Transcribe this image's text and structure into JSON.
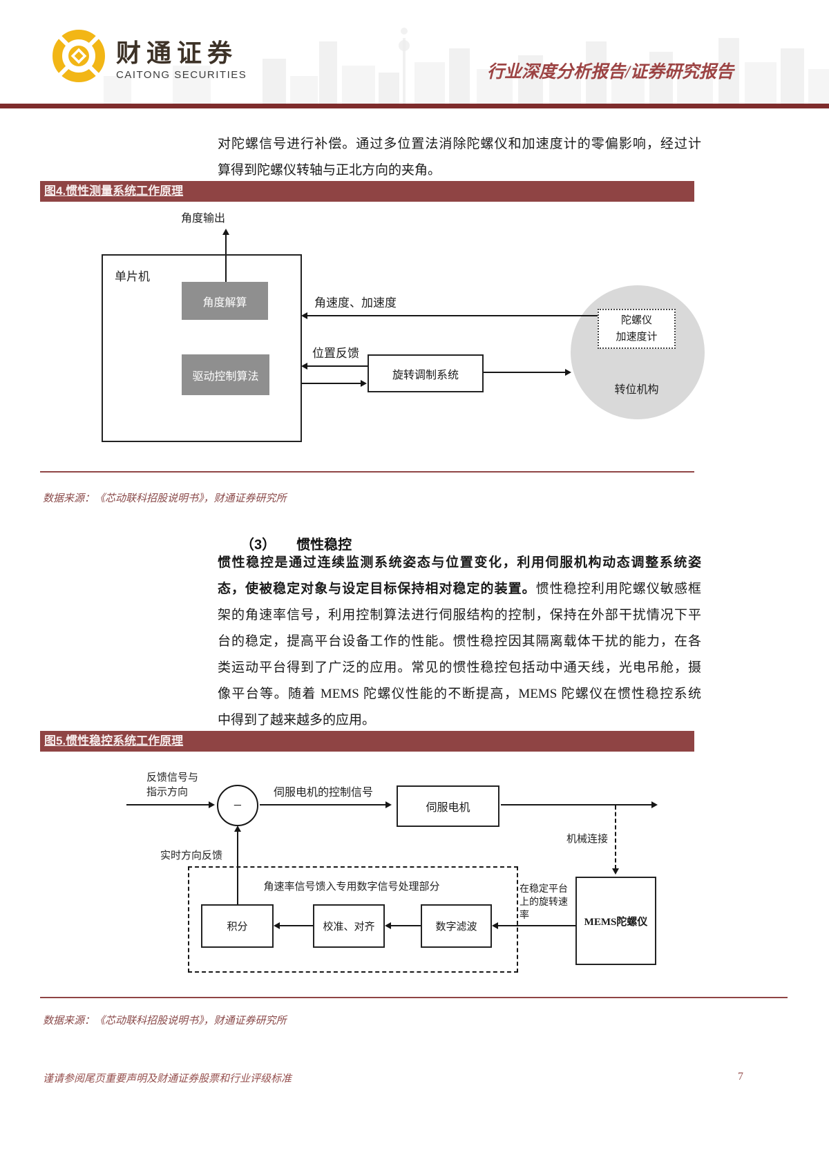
{
  "header": {
    "brand_cn": "财通证券",
    "brand_en": "CAITONG SECURITIES",
    "report_type": "行业深度分析报告/证券研究报告"
  },
  "intro": {
    "lines": [
      "对陀螺信号进行补偿。通过多位置法消除陀螺仪和加速度计的零偏影响，经过计",
      "算得到陀螺仪转轴与正北方向的夹角。"
    ]
  },
  "figure4": {
    "title": "图4.惯性测量系统工作原理",
    "source": "数据来源：《芯动联科招股说明书》，财通证券研究所",
    "diagram": {
      "angle_output_label": "角度输出",
      "mcu_label": "单片机",
      "angle_calc_label": "角度解算",
      "drive_control_label": "驱动控制算法",
      "rotation_modulation_label": "旋转调制系统",
      "angular_rate_label": "角速度、加速度",
      "position_feedback_label": "位置反馈",
      "gyro_label": "陀螺仪",
      "accelerometer_label": "加速度计",
      "indexing_mechanism_label": "转位机构"
    }
  },
  "section3": {
    "number": "（3）",
    "title": "惯性稳控",
    "lines": [
      {
        "b": "惯性稳控是通过连续监测系统姿态与位置变化，利用伺服机构动态调整系统姿",
        "n": ""
      },
      {
        "b": "态，使被稳定对象与设定目标保持相对稳定的装置。",
        "n": "惯性稳控利用陀螺仪敏感框"
      },
      {
        "b": "",
        "n": "架的角速率信号，利用控制算法进行伺服结构的控制，保持在外部干扰情况下平"
      },
      {
        "b": "",
        "n": "台的稳定，提高平台设备工作的性能。惯性稳控因其隔离载体干扰的能力，在各"
      },
      {
        "b": "",
        "n": "类运动平台得到了广泛的应用。常见的惯性稳控包括动中通天线，光电吊舱，摄"
      },
      {
        "b": "",
        "n": "像平台等。随着 MEMS 陀螺仪性能的不断提高，MEMS 陀螺仪在惯性稳控系统"
      },
      {
        "b": "",
        "n": "中得到了越来越多的应用。"
      }
    ]
  },
  "figure5": {
    "title": "图5.惯性稳控系统工作原理",
    "source": "数据来源：《芯动联科招股说明书》，财通证券研究所",
    "diagram": {
      "feedback_lines": [
        "反馈信号与",
        "指示方向"
      ],
      "minus_sign": "−",
      "servo_signal_label": "伺服电机的控制信号",
      "servo_motor_label": "伺服电机",
      "mech_link_label": "机械连接",
      "realtime_feedback_label": "实时方向反馈",
      "dsp_title": "角速率信号馈入专用数字信号处理部分",
      "integral_label": "积分",
      "calibration_label": "校准、对齐",
      "digital_filter_label": "数字滤波",
      "mems_gyro_label": "MEMS陀螺仪",
      "platform_rate_lines": [
        "在稳定平台",
        "上的旋转速",
        "率"
      ]
    }
  },
  "footer": {
    "disclaimer": "谨请参阅尾页重要声明及财通证券股票和行业评级标准",
    "page_number": "7"
  },
  "colors": {
    "accent_bar": "#8f4444",
    "header_rule": "#7e2c2c",
    "report_type_text": "#9c4343",
    "source_text": "#8a4a4a",
    "footer_text": "#96504e",
    "gray_box": "#8f8f8f",
    "circle_fill": "#d9d9d9",
    "logo_yellow": "#f2b616"
  }
}
